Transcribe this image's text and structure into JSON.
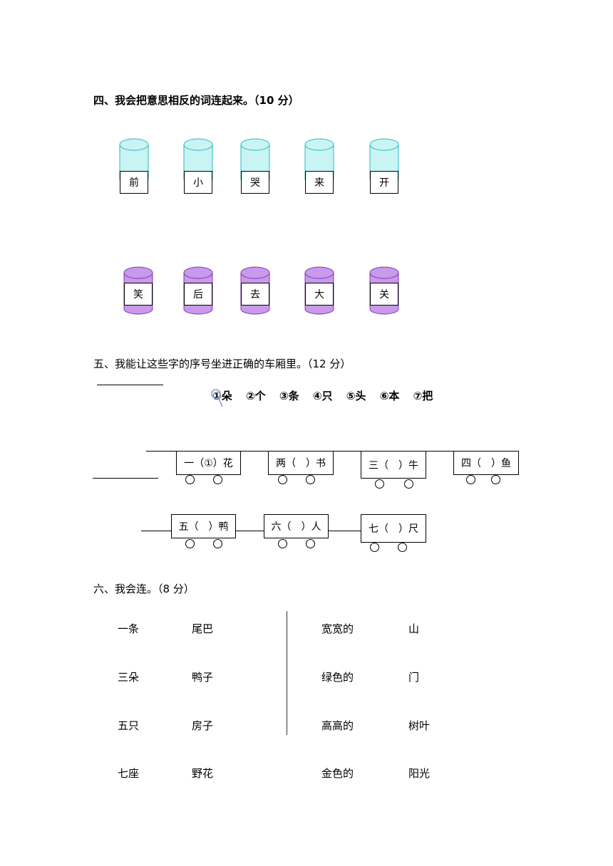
{
  "section4": {
    "heading": "四、我会把意思相反的词连起来。（10 分）",
    "top_words": [
      "前",
      "小",
      "哭",
      "来",
      "开"
    ],
    "bottom_words": [
      "笑",
      "后",
      "去",
      "大",
      "关"
    ],
    "colors": {
      "top_cylinder": "#c8f4f4",
      "top_cylinder_stroke": "#2bb8c0",
      "bottom_cylinder": "#c999ec",
      "bottom_cylinder_stroke": "#7d3aa8"
    }
  },
  "section5": {
    "heading": "五、我能让这些字的序号坐进正确的车厢里。（12 分）",
    "measure_words": [
      "①朵",
      "②个",
      "③条",
      "④只",
      "⑤头",
      "⑥本",
      "⑦把"
    ],
    "train_row1": [
      "一（①）花",
      "两（　）书",
      "三（　）牛",
      "四（　）鱼"
    ],
    "train_row2": [
      "五（　）鸭",
      "六（　）人",
      "七（　）尺"
    ]
  },
  "section6": {
    "heading": "六、我会连。（8 分）",
    "left_col1": [
      "一条",
      "三朵",
      "五只",
      "七座"
    ],
    "left_col2": [
      "尾巴",
      "鸭子",
      "房子",
      "野花"
    ],
    "right_col1": [
      "宽宽的",
      "绿色的",
      "高高的",
      "金色的"
    ],
    "right_col2": [
      "山",
      "门",
      "树叶",
      "阳光"
    ]
  }
}
